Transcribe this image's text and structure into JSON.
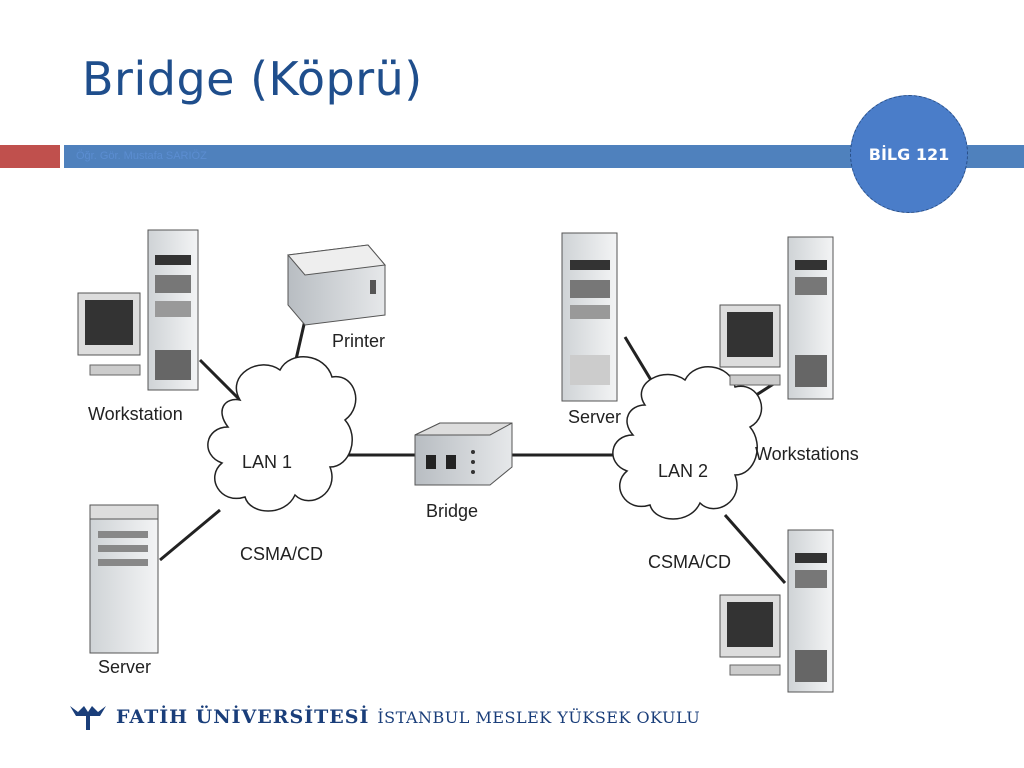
{
  "slide": {
    "title": "Bridge (Köprü)",
    "author": "Öğr. Gör. Mustafa SARIÖZ",
    "course": "BİLG 121",
    "colors": {
      "title": "#1f4e8c",
      "band_blue": "#4f81bd",
      "band_red": "#c0504d",
      "badge": "#4a7dc9"
    }
  },
  "diagram": {
    "labels": {
      "workstation": "Workstation",
      "printer": "Printer",
      "lan1": "LAN 1",
      "csmacd1": "CSMA/CD",
      "server_left": "Server",
      "bridge": "Bridge",
      "server_right": "Server",
      "lan2": "LAN 2",
      "workstations": "Workstations",
      "csmacd2": "CSMA/CD"
    }
  },
  "footer": {
    "university": "FATİH ÜNİVERSİTESİ",
    "school": "İSTANBUL MESLEK YÜKSEK OKULU"
  }
}
